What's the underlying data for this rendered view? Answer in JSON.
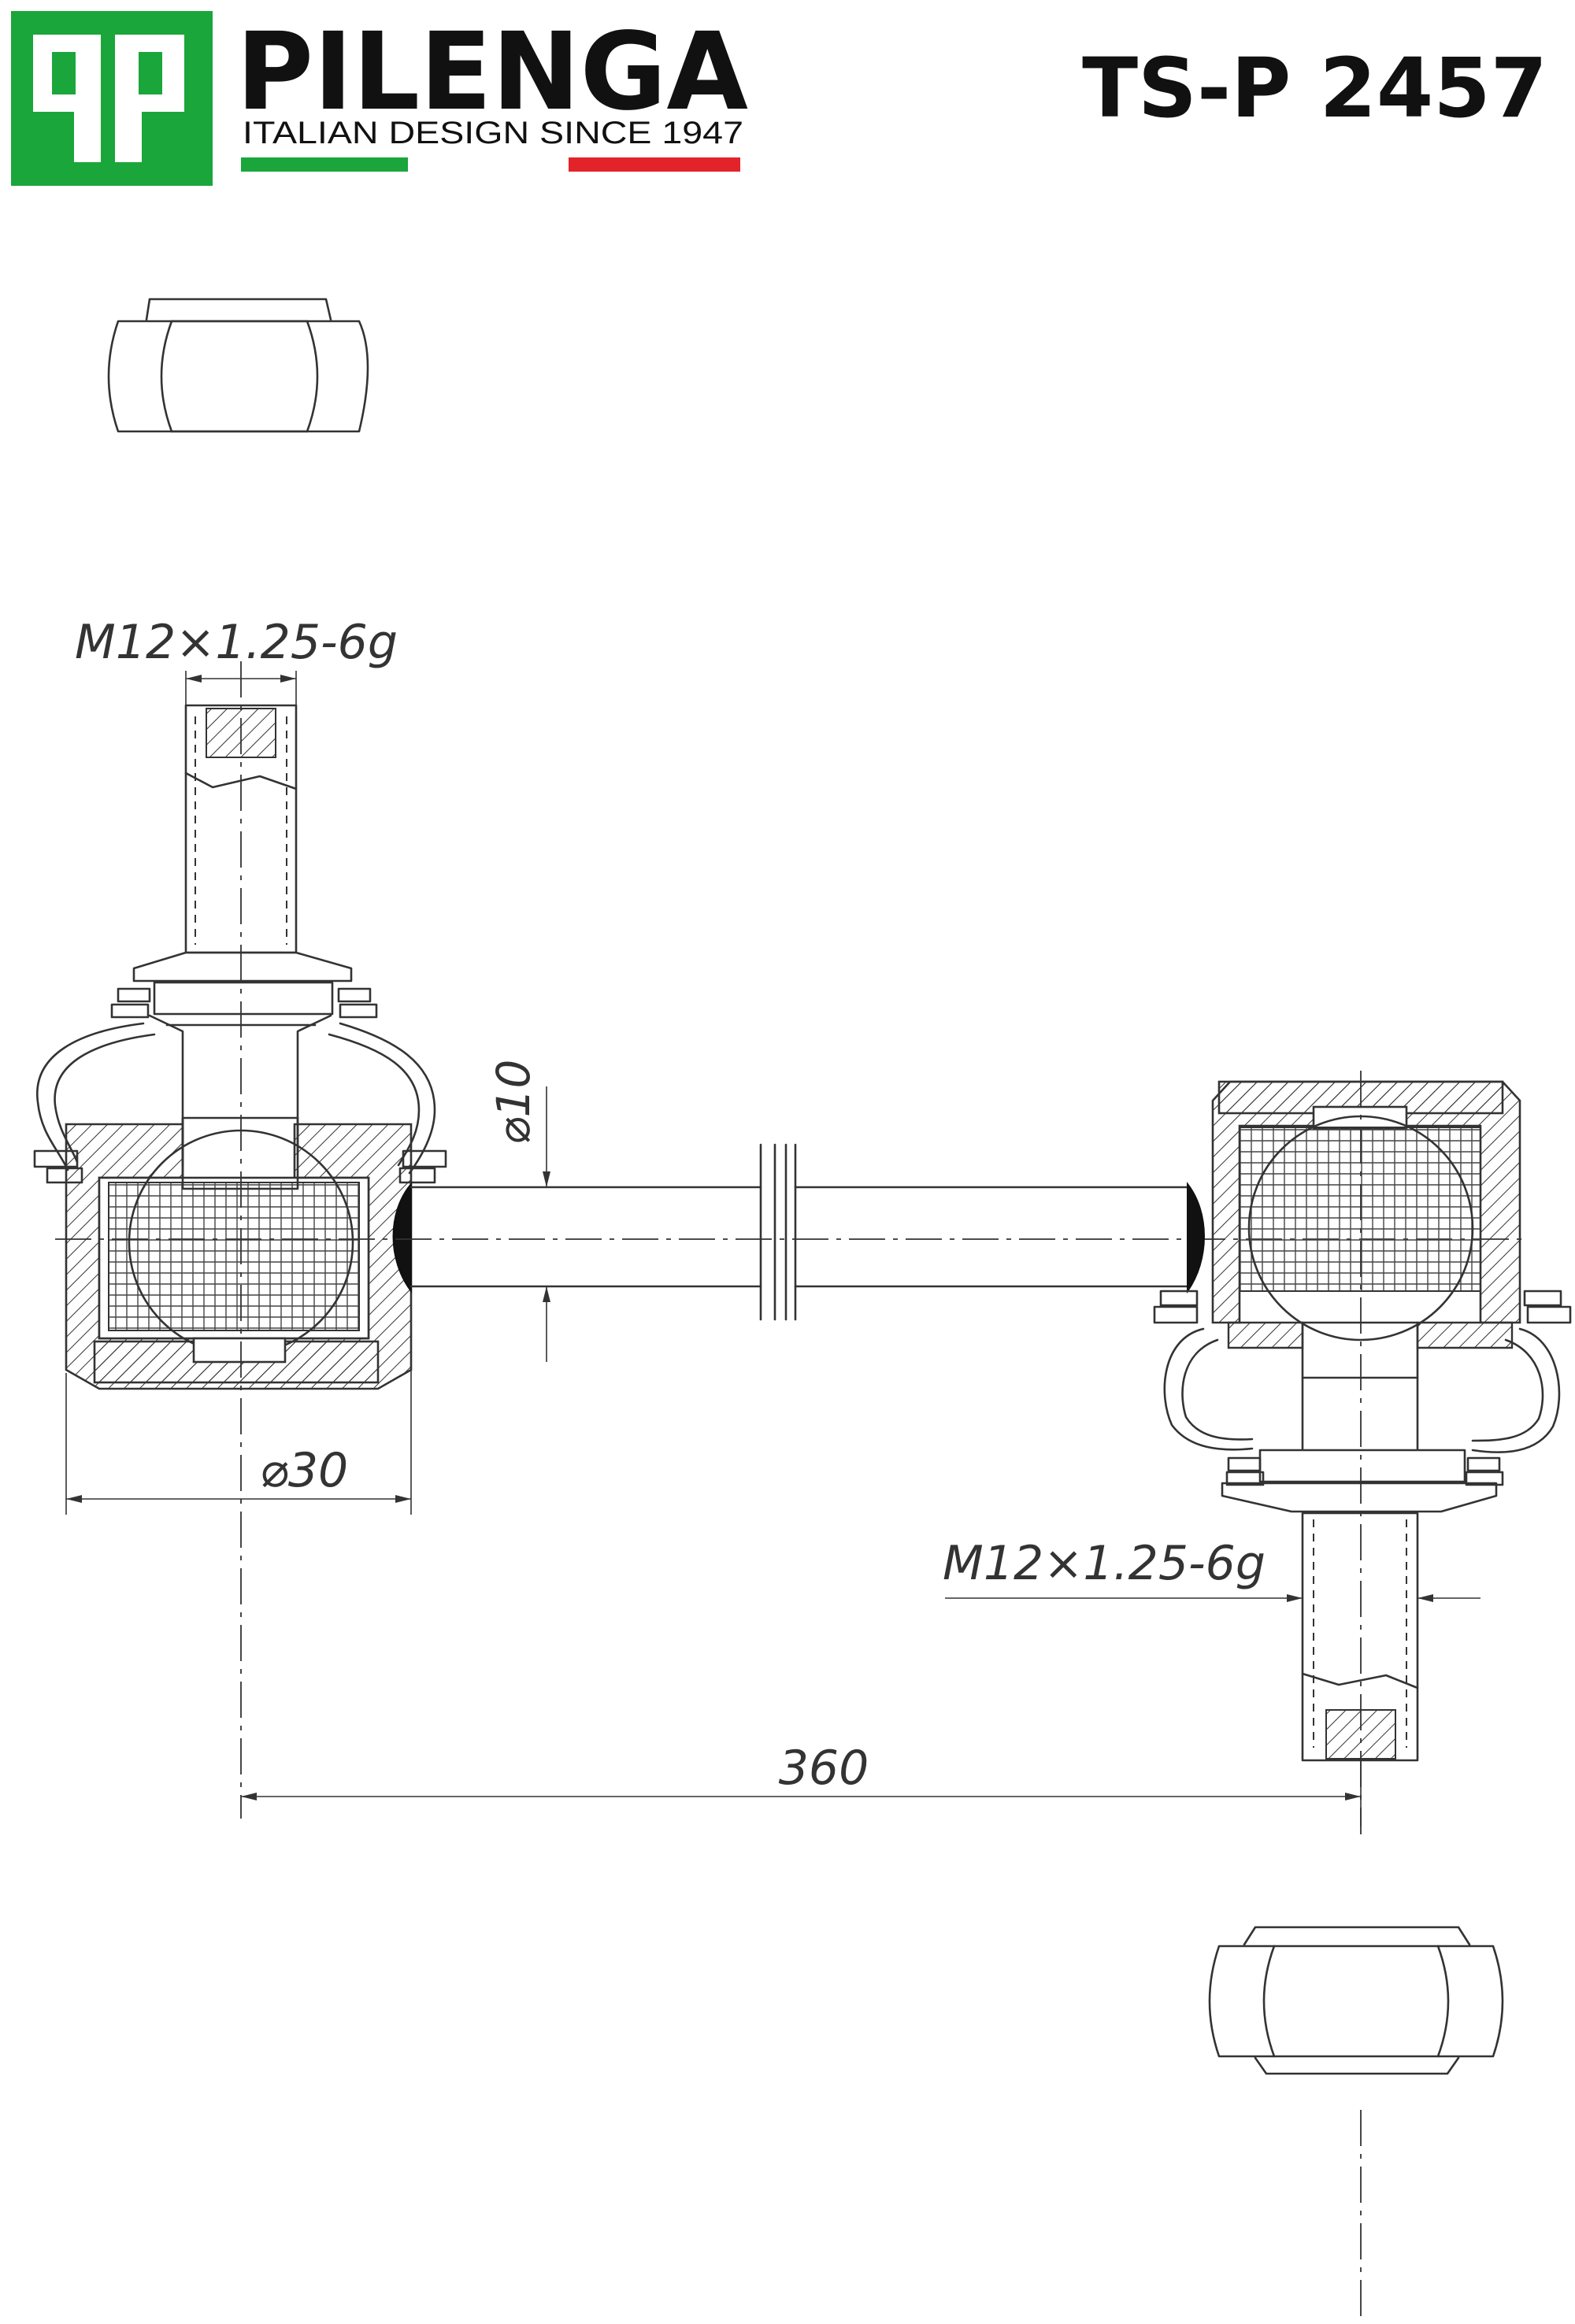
{
  "header": {
    "logo_letters": "qp",
    "brand_name": "PILENGA",
    "tagline": "ITALIAN DESIGN SINCE 1947",
    "part_number": "TS-P 2457",
    "colors": {
      "logo_green": "#1aa63a",
      "flag_green": "#1aa63a",
      "flag_red": "#e3232a",
      "ink": "#111111"
    }
  },
  "drawing": {
    "thread_top": "M12×1.25-6g",
    "thread_bottom": "M12×1.25-6g",
    "rod_diameter": "⌀10",
    "housing_diameter": "⌀30",
    "center_distance": "360"
  }
}
